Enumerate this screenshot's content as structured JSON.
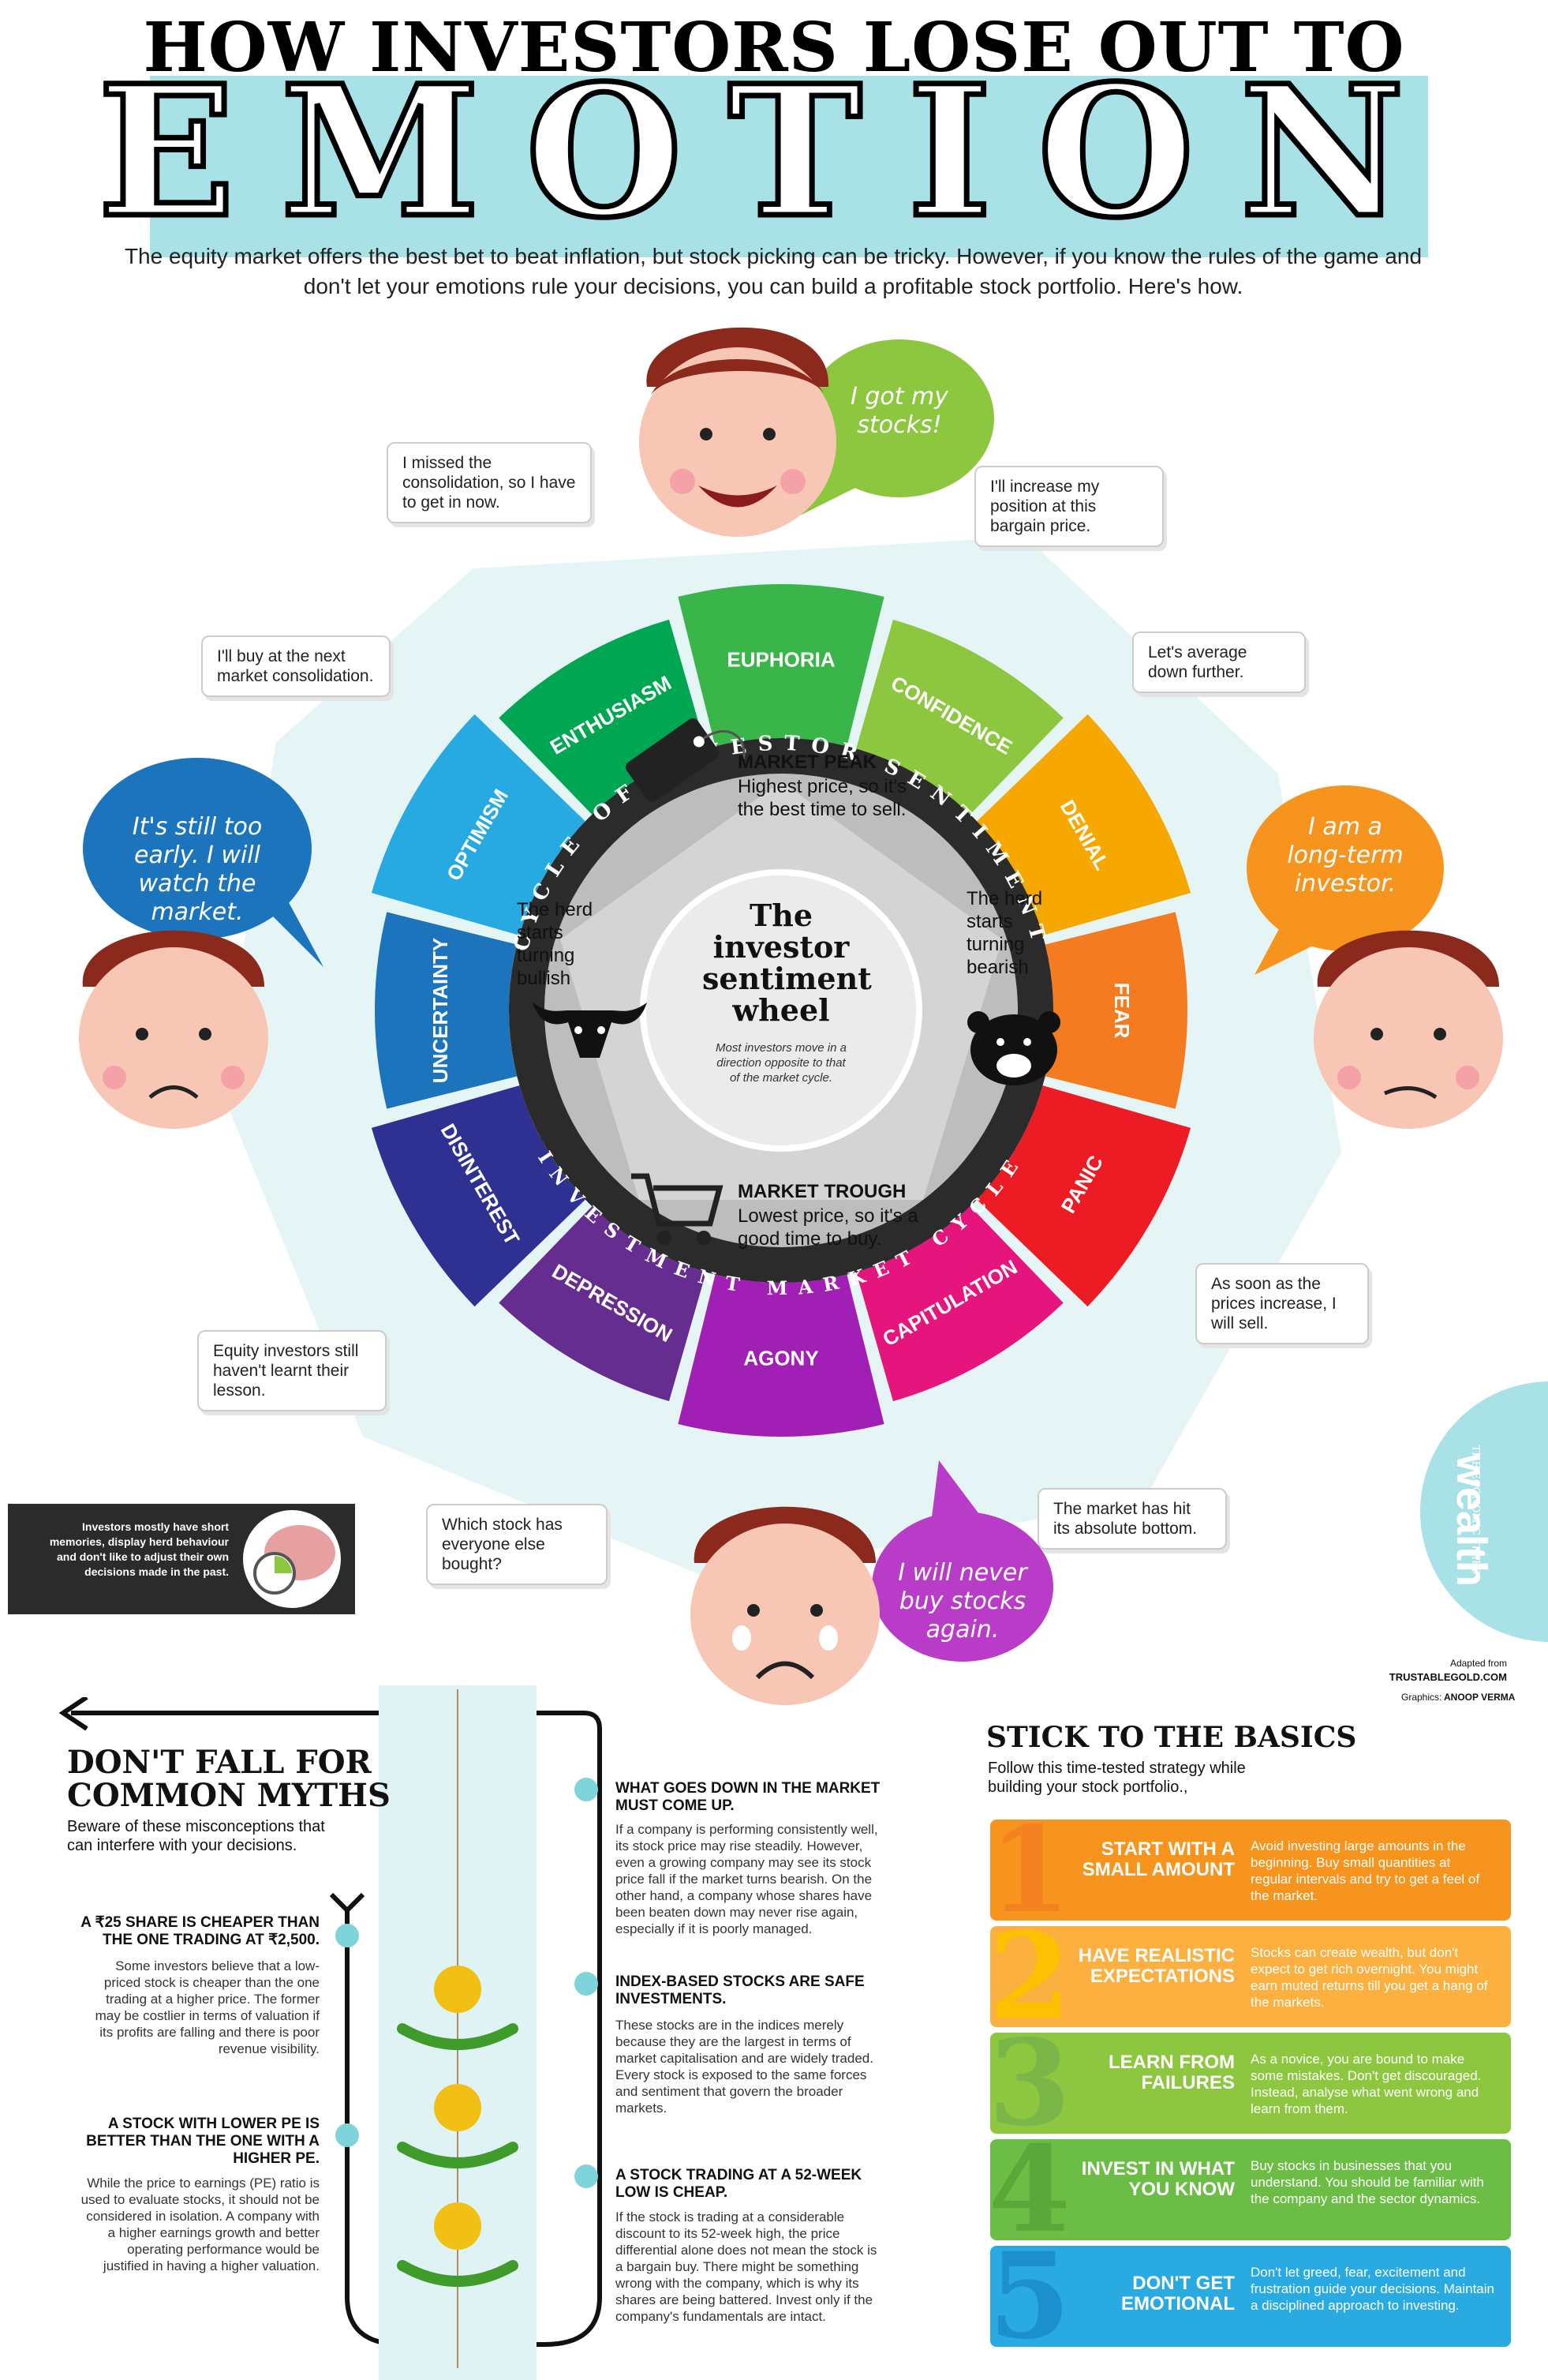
{
  "header": {
    "title_line1": "HOW INVESTORS LOSE OUT TO",
    "title_line2": "EMOTION",
    "intro": "The equity market offers the best bet to beat inflation, but stock picking can be tricky. However, if you know the rules of the game and don't let your emotions rule your decisions, you can build a profitable stock portfolio. Here's how."
  },
  "wheel": {
    "ring_top_text": "CYCLE OF INVESTOR SENTIMENT",
    "ring_bottom_text": "INVESTMENT MARKET CYCLE",
    "segments": [
      {
        "label": "EUPHORIA",
        "color": "#39b54a"
      },
      {
        "label": "CONFIDENCE",
        "color": "#8dc63f"
      },
      {
        "label": "DENIAL",
        "color": "#f7a800"
      },
      {
        "label": "FEAR",
        "color": "#f47b20"
      },
      {
        "label": "PANIC",
        "color": "#ed1c24"
      },
      {
        "label": "CAPITULATION",
        "color": "#e6147d"
      },
      {
        "label": "AGONY",
        "color": "#a21fb5"
      },
      {
        "label": "DEPRESSION",
        "color": "#662d91"
      },
      {
        "label": "DISINTEREST",
        "color": "#2e3192"
      },
      {
        "label": "UNCERTAINTY",
        "color": "#1c75bc"
      },
      {
        "label": "OPTIMISM",
        "color": "#27aae1"
      },
      {
        "label": "ENTHUSIASM",
        "color": "#00a651"
      }
    ],
    "center_title": "The investor sentiment wheel",
    "center_sub": "Most investors move in a direction opposite to that of the market cycle.",
    "peak_title": "MARKET PEAK",
    "peak_text": "Highest price, so it's the best time to sell.",
    "trough_title": "MARKET TROUGH",
    "trough_text": "Lowest price, so it's a good time to buy.",
    "bullish_text": "The herd starts turning bullish",
    "bearish_text": "The herd starts turning bearish"
  },
  "callouts": {
    "missed": "I missed the consolidation, so I have to get in now.",
    "increase": "I'll increase my position at this bargain price.",
    "buy_next": "I'll buy at the next market consolidation.",
    "average": "Let's average down further.",
    "prices_inc": "As soon as the prices increase, I will sell.",
    "equity": "Equity investors still haven't learnt their lesson.",
    "which_stock": "Which stock has everyone else bought?",
    "absolute": "The market has hit its absolute bottom."
  },
  "speech": {
    "got_stocks": "I got my stocks!",
    "too_early": "It's still too early. I will watch the market.",
    "long_term": "I am a long-term investor.",
    "never_buy": "I will never buy stocks again."
  },
  "colors": {
    "teal": "#a8e1e6",
    "green_bubble": "#8dc63f",
    "blue_bubble": "#1c75bc",
    "orange_bubble": "#f7941d",
    "purple_bubble": "#b93cc8"
  },
  "memory_box": "Investors mostly have short memories, display herd behaviour and don't like to adjust their own decisions made in the past.",
  "brand": {
    "line1": "THE ECONOMIC TIMES",
    "line2": "wealth"
  },
  "credits": {
    "adapted": "Adapted from",
    "source": "TRUSTABLEGOLD.COM",
    "graphics_label": "Graphics:",
    "graphics_name": "ANOOP VERMA"
  },
  "myths": {
    "heading": "DON'T FALL FOR COMMON MYTHS",
    "sub": "Beware of these misconceptions that can interfere with your decisions.",
    "items": [
      {
        "title": "A ₹25 SHARE IS CHEAPER THAN THE ONE TRADING AT ₹2,500.",
        "body": "Some investors believe that a low-priced stock is cheaper than the one trading at a higher price. The former may be costlier in terms of valuation if its profits are falling and there is poor revenue visibility."
      },
      {
        "title": "A STOCK WITH LOWER PE IS BETTER THAN THE ONE WITH A HIGHER PE.",
        "body": "While the price to earnings (PE) ratio is used to evaluate stocks, it should not be considered in isolation. A company with a higher earnings growth and better operating performance would be justified in having a higher valuation."
      },
      {
        "title": "WHAT GOES DOWN IN THE MARKET MUST COME UP.",
        "body": "If a company is performing consistently well, its stock price may rise steadily. However, even a growing company may see its stock price fall if the market turns bearish. On the other hand, a company whose shares have been beaten down may never rise again, especially if it is poorly managed."
      },
      {
        "title": "INDEX-BASED STOCKS ARE SAFE INVESTMENTS.",
        "body": "These stocks are in the indices merely because they are the largest in terms of market capitalisation and are widely traded. Every stock is exposed to the same forces and sentiment that govern the broader markets."
      },
      {
        "title": "A STOCK TRADING AT A 52-WEEK LOW IS CHEAP.",
        "body": "If the stock is trading at a considerable discount to its 52-week high, the price differential alone does not mean the stock is a bargain buy. There might be something wrong with the company, which is why its shares are being battered. Invest only if the company's fundamentals are intact."
      }
    ]
  },
  "basics": {
    "heading": "STICK TO THE BASICS",
    "sub": "Follow this time-tested strategy while building your stock portfolio.,",
    "items": [
      {
        "num": "1",
        "title": "START WITH A SMALL AMOUNT",
        "body": "Avoid investing large amounts in the beginning. Buy small quantities at regular intervals and try to get a feel of the market.",
        "color": "#f7941d",
        "numcolor": "#f7941d"
      },
      {
        "num": "2",
        "title": "HAVE REALISTIC EXPECTATIONS",
        "body": "Stocks can create wealth, but don't expect to get rich overnight. You might earn muted returns till you get a hang of the markets.",
        "color": "#fbb040",
        "numcolor": "#fdc100"
      },
      {
        "num": "3",
        "title": "LEARN FROM FAILURES",
        "body": "As a novice, you are bound to make some mistakes. Don't get discouraged. Instead, analyse what went wrong and learn from them.",
        "color": "#8dc63f",
        "numcolor": "#8dc63f"
      },
      {
        "num": "4",
        "title": "INVEST IN WHAT YOU KNOW",
        "body": "Buy stocks in businesses that you understand. You should be familiar with the company and the sector dynamics.",
        "color": "#6cbd45",
        "numcolor": "#6cbd45"
      },
      {
        "num": "5",
        "title": "DON'T GET EMOTIONAL",
        "body": "Don't let greed, fear, excitement and frustration guide your decisions. Maintain a disciplined approach to investing.",
        "color": "#29abe2",
        "numcolor": "#29abe2"
      }
    ]
  }
}
